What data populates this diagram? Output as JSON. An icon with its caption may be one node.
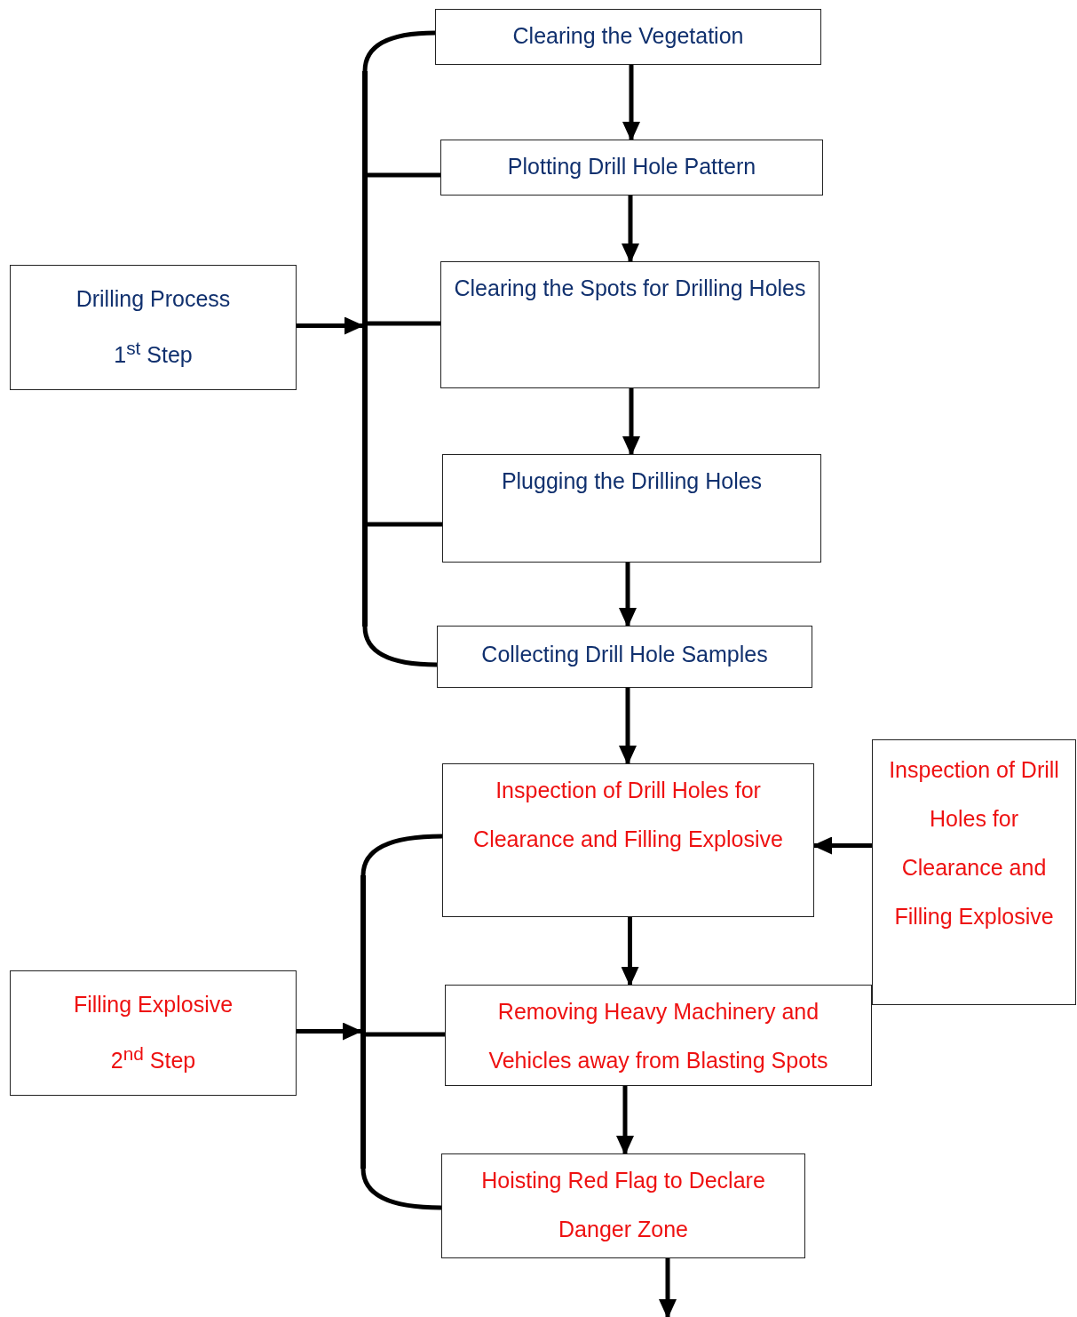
{
  "diagram": {
    "nodes": [
      {
        "text": [
          "Drilling Process",
          "1$^{st}$ Step"
        ]
      },
      {
        "text": [
          "Clearing the Vegetation"
        ]
      },
      {
        "text": [
          "Plotting Drill Hole Pattern"
        ]
      },
      {
        "text": [
          "Clearing the Spots for Drilling Holes"
        ]
      },
      {
        "text": [
          "Plugging the Drilling Holes"
        ]
      },
      {
        "text": [
          "Collecting Drill Hole Samples"
        ]
      },
      {
        "text": [
          "Inspection of Drill Holes for Clearance and Filling Explosive"
        ]
      },
      {
        "text": [
          "Inspection of Drill Holes for Clearance and Filling Explosive"
        ]
      },
      {
        "text": [
          "Filling Explosive",
          "2$^{nd}$ Step"
        ]
      },
      {
        "text": [
          "Removing Heavy Machinery and Vehicles away from Blasting Spots"
        ]
      },
      {
        "text": [
          "Hoisting Red Flag to Declare Danger Zone"
        ]
      },
      {
        "text": [],
        "shape": "bar"
      },
      {
        "text": [],
        "shape": "bar"
      }
    ],
    "edges": [
      {
        "from": 1,
        "to": 2,
        "arrow": "to"
      },
      {
        "from": 2,
        "to": 3,
        "arrow": "to"
      },
      {
        "from": 3,
        "to": 4,
        "arrow": "to"
      },
      {
        "from": 4,
        "to": 5,
        "arrow": "to"
      },
      {
        "from": 5,
        "to": 6,
        "arrow": "to"
      },
      {
        "from": 7,
        "to": 6,
        "arrow": "to"
      },
      {
        "from": 6,
        "to": 9,
        "arrow": "to"
      },
      {
        "from": 9,
        "to": 10,
        "arrow": "to"
      },
      {
        "from": 10,
        "to": null,
        "arrow": "to"
      },
      {
        "from": 0,
        "to": 11,
        "arrow": "to"
      },
      {
        "from": 11,
        "to": 1,
        "arrow": "none"
      },
      {
        "from": 11,
        "to": 2,
        "arrow": "none"
      },
      {
        "from": 11,
        "to": 3,
        "arrow": "none"
      },
      {
        "from": 11,
        "to": 4,
        "arrow": "none"
      },
      {
        "from": 11,
        "to": 5,
        "arrow": "none"
      },
      {
        "from": 8,
        "to": 12,
        "arrow": "to"
      },
      {
        "from": 12,
        "to": 6,
        "arrow": "none"
      },
      {
        "from": 12,
        "to": 9,
        "arrow": "none"
      },
      {
        "from": 12,
        "to": 10,
        "arrow": "none"
      }
    ]
  }
}
